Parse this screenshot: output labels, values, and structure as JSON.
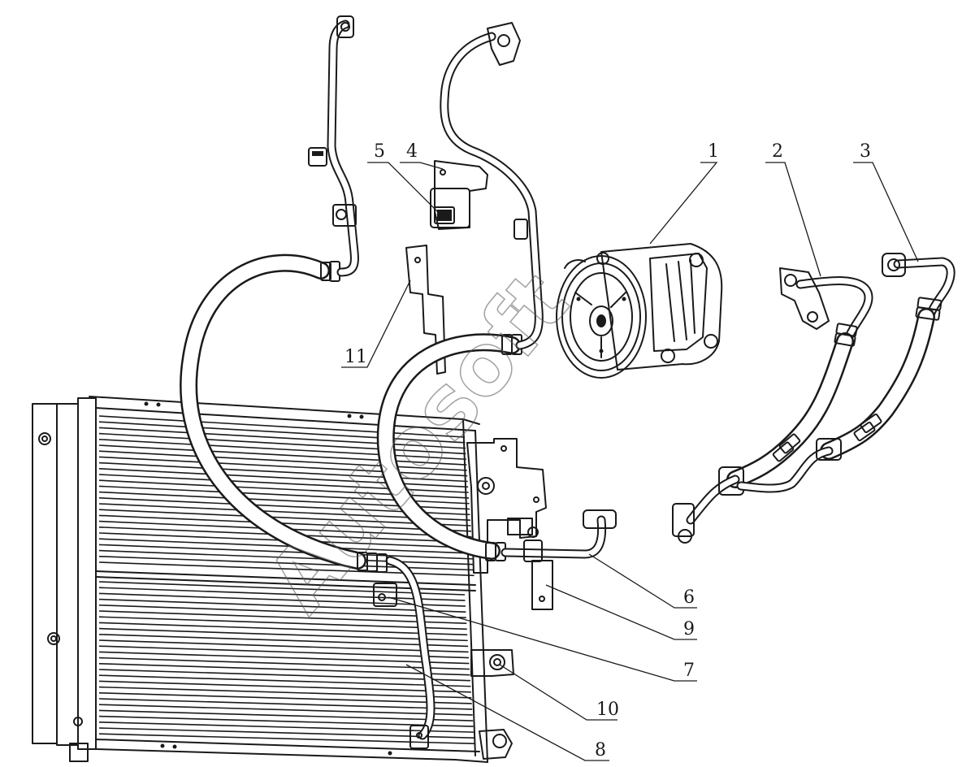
{
  "watermark": "Autosoft",
  "callouts": [
    {
      "id": "1",
      "label": "1"
    },
    {
      "id": "2",
      "label": "2"
    },
    {
      "id": "3",
      "label": "3"
    },
    {
      "id": "4",
      "label": "4"
    },
    {
      "id": "5",
      "label": "5"
    },
    {
      "id": "6",
      "label": "6"
    },
    {
      "id": "7",
      "label": "7"
    },
    {
      "id": "8",
      "label": "8"
    },
    {
      "id": "9",
      "label": "9"
    },
    {
      "id": "10",
      "label": "10"
    },
    {
      "id": "11",
      "label": "11"
    }
  ]
}
